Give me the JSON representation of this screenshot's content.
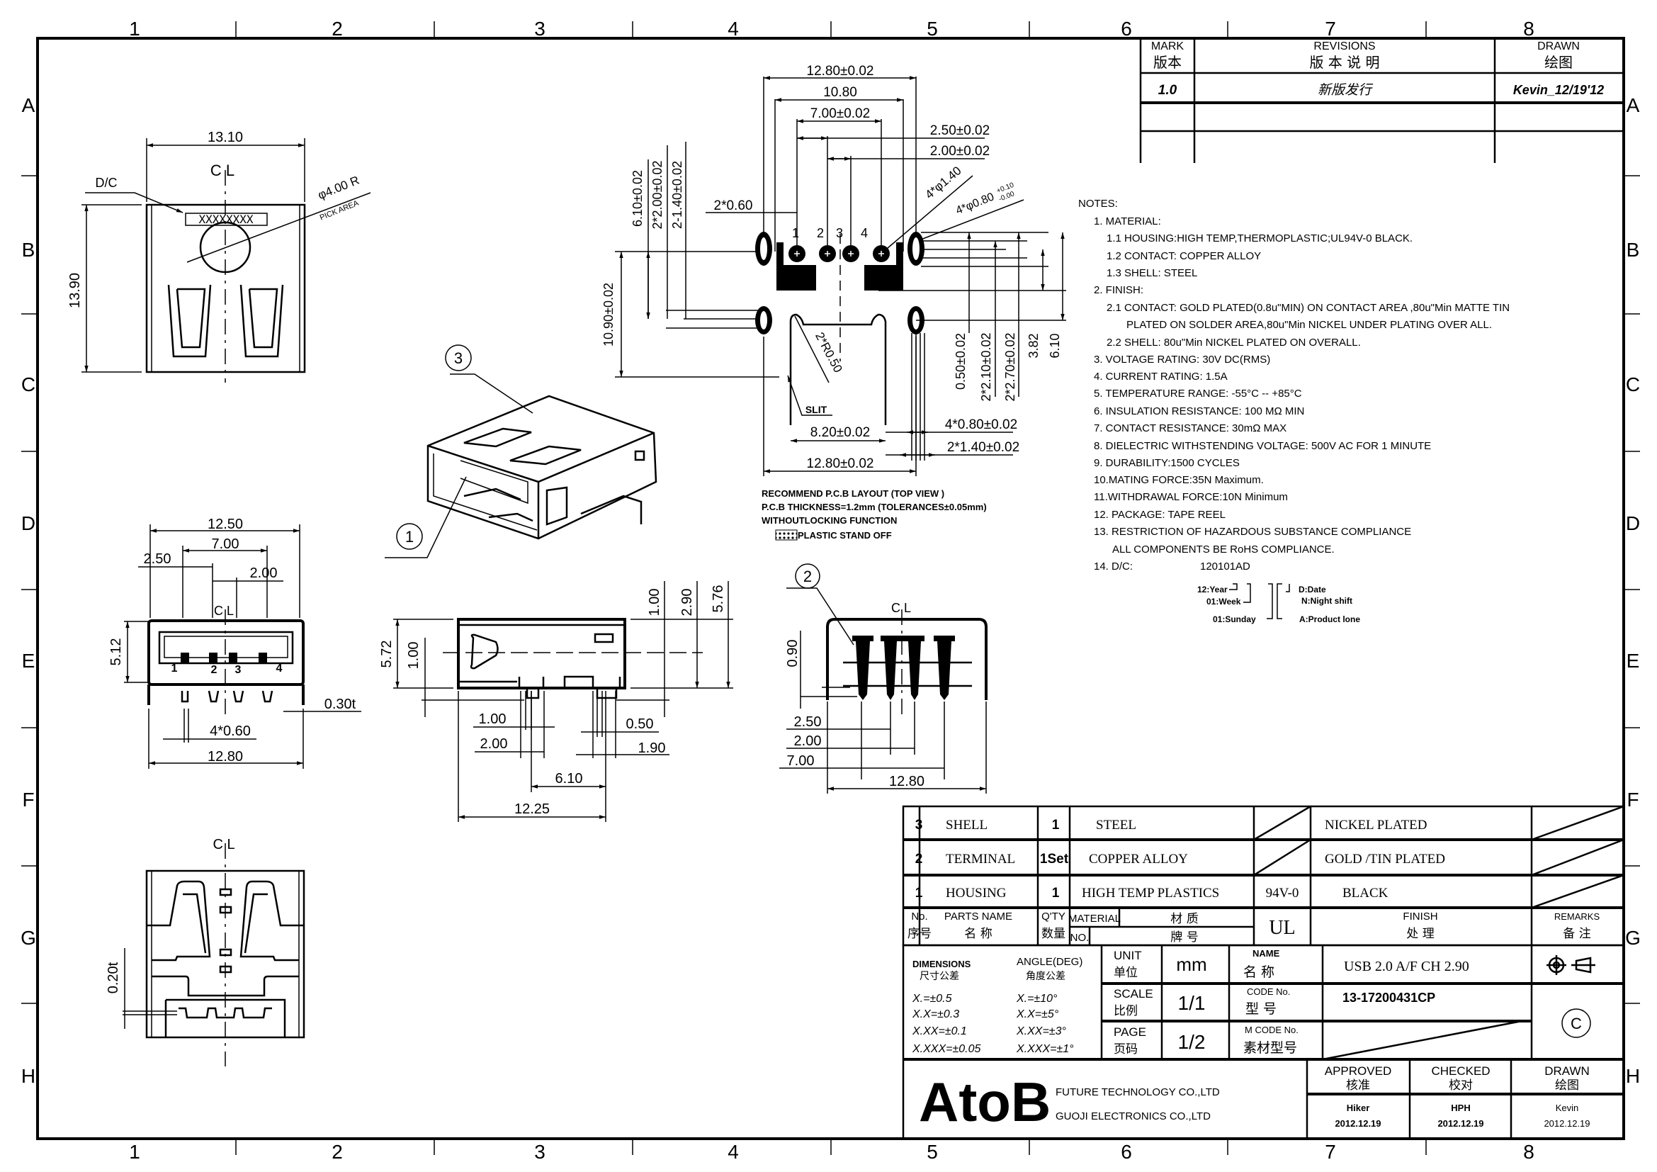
{
  "sheet": {
    "column_labels": [
      "1",
      "2",
      "3",
      "4",
      "5",
      "6",
      "7",
      "8"
    ],
    "row_labels": [
      "A",
      "B",
      "C",
      "D",
      "E",
      "F",
      "G",
      "H"
    ]
  },
  "revisions": {
    "headers": {
      "mark": "MARK",
      "mark_cn": "版本",
      "revisions": "REVISIONS",
      "revisions_cn": "版 本 说 明",
      "drawn": "DRAWN",
      "drawn_cn": "绘图"
    },
    "rows": [
      {
        "mark": "1.0",
        "description": "新版发行",
        "drawn": "Kevin_12/19'12"
      }
    ]
  },
  "top_view": {
    "width_dim": "13.10",
    "height_dim": "13.90",
    "dc_label": "D/C",
    "dc_marking": "XXXXXXXX",
    "pick_dim": "φ4.00 R",
    "pick_label": "PICK AREA",
    "centerline": "C L"
  },
  "pcb_layout": {
    "dims": {
      "overall_top": "12.80±0.02",
      "inner_top": "10.80",
      "pin_span": "7.00±0.02",
      "pitch_outer": "2.50±0.02",
      "pitch_inner": "2.00±0.02",
      "slot_w": "2*0.60",
      "hole_big": "4*φ1.40",
      "hole_small": "4*φ0.80",
      "hole_small_tol_plus": "+0.10",
      "hole_small_tol_minus": "-0.00",
      "v_6_10": "6.10±0.02",
      "v_2_00": "2*2.00±0.02",
      "v_1_40": "2-1.40±0.02",
      "v_10_90": "10.90±0.02",
      "r_corner": "2*R0.50",
      "slit": "SLIT",
      "slot_span": "8.20±0.02",
      "overall_bottom": "12.80±0.02",
      "r_0_50": "0.50±0.02",
      "r_2_10": "2*2.10±0.02",
      "r_2_70": "2*2.70±0.02",
      "r_3_82": "3.82",
      "r_6_10": "6.10",
      "pad_w": "4*0.80±0.02",
      "slot_w2": "2*1.40±0.02"
    },
    "pin_numbers": [
      "1",
      "2",
      "3",
      "4"
    ],
    "notes": [
      "RECOMMEND P.C.B LAYOUT (TOP VIEW )",
      "P.C.B THICKNESS=1.2mm (TOLERANCES±0.05mm)",
      "WITHOUTLOCKING FUNCTION",
      "PLASTIC STAND OFF"
    ]
  },
  "balloons": {
    "housing": "1",
    "terminal": "2",
    "shell": "3"
  },
  "front_view": {
    "dims": {
      "w_12_50": "12.50",
      "w_7_00": "7.00",
      "w_2_50": "2.50",
      "w_2_00": "2.00",
      "h_5_12": "5.12",
      "t_0_30": "0.30t",
      "pin_w": "4*0.60",
      "w_12_80": "12.80"
    },
    "pin_numbers": [
      "1",
      "2",
      "3",
      "4"
    ]
  },
  "side_view": {
    "dims": {
      "h_5_72": "5.72",
      "h_1_00_left": "1.00",
      "h_1_00_right": "1.00",
      "h_2_90": "2.90",
      "h_5_76": "5.76",
      "d_1_00": "1.00",
      "d_2_00": "2.00",
      "d_0_50": "0.50",
      "d_1_90": "1.90",
      "d_6_10": "6.10",
      "d_12_25": "12.25"
    }
  },
  "rear_view": {
    "dims": {
      "h_0_90": "0.90",
      "d_2_50": "2.50",
      "d_2_00": "2.00",
      "d_7_00": "7.00",
      "d_12_80": "12.80"
    }
  },
  "bottom_view": {
    "dims": {
      "t_0_20": "0.20t"
    }
  },
  "notes": {
    "title": "NOTES:",
    "lines": [
      "1.  MATERIAL:",
      "1.1  HOUSING:HIGH  TEMP,THERMOPLASTIC;UL94V-0  BLACK.",
      "1.2  CONTACT:  COPPER  ALLOY",
      "1.3  SHELL:  STEEL",
      "2.  FINISH:",
      "2.1  CONTACT:  GOLD  PLATED(0.8u\"MIN)  ON  CONTACT  AREA  ,80u\"Min  MATTE  TIN",
      "PLATED  ON  SOLDER  AREA,80u\"Min  NICKEL  UNDER  PLATING    OVER  ALL.",
      "2.2  SHELL:    80u\"Min  NICKEL  PLATED  ON  OVERALL.",
      "3.  VOLTAGE  RATING:  30V  DC(RMS)",
      "4.  CURRENT  RATING:  1.5A",
      "5.  TEMPERATURE  RANGE:  -55°C  --  +85°C",
      "6.  INSULATION  RESISTANCE:  100  MΩ  MIN",
      "7.  CONTACT  RESISTANCE:  30mΩ  MAX",
      "8.  DIELECTRIC  WITHSTENDING  VOLTAGE:  500V  AC  FOR  1  MINUTE",
      "9.  DURABILITY:1500  CYCLES",
      "10.MATING  FORCE:35N  Maximum.",
      "11.WITHDRAWAL  FORCE:10N  Minimum",
      "12.  PACKAGE:  TAPE  REEL",
      "13.  RESTRICTION  OF  HAZARDOUS  SUBSTANCE  COMPLIANCE",
      "ALL  COMPONENTS  BE  RoHS  COMPLIANCE.",
      "14.  D/C:"
    ],
    "dc_code": "120101AD",
    "dc_legend": {
      "year": "12:Year",
      "week": "01:Week",
      "day": "01:Sunday",
      "date": "D:Date",
      "shift": "N:Night  shift",
      "line": "A:Product  lone"
    }
  },
  "bom": {
    "rows": [
      {
        "no": "3",
        "name": "SHELL",
        "qty": "1",
        "material": "STEEL",
        "ul": "",
        "finish": "NICKEL PLATED"
      },
      {
        "no": "2",
        "name": "TERMINAL",
        "qty": "1Set",
        "material": "COPPER ALLOY",
        "ul": "",
        "finish": "GOLD /TIN PLATED"
      },
      {
        "no": "1",
        "name": "HOUSING",
        "qty": "1",
        "material": "HIGH TEMP PLASTICS",
        "ul": "94V-0",
        "finish": "BLACK"
      }
    ],
    "headers": {
      "no": "No.",
      "no_cn": "序号",
      "name": "PARTS NAME",
      "name_cn": "名 称",
      "qty": "Q'TY",
      "qty_cn": "数量",
      "material": "MATERIAL",
      "material_cn": "材 质",
      "material_no": "NO.",
      "material_no_cn": "牌 号",
      "ul": "UL",
      "finish": "FINISH",
      "finish_cn": "处 理",
      "remarks": "REMARKS",
      "remarks_cn": "备 注"
    }
  },
  "title_block": {
    "dimensions_label": "DIMENSIONS",
    "dimensions_cn": "尺寸公差",
    "angle_label": "ANGLE(DEG)",
    "angle_cn": "角度公差",
    "dim_tol": [
      "X.=±0.5",
      "X.X=±0.3",
      "X.XX=±0.1",
      "X.XXX=±0.05"
    ],
    "ang_tol": [
      "X.=±10°",
      "X.X=±5°",
      "X.XX=±3°",
      "X.XXX=±1°"
    ],
    "unit_label": "UNIT",
    "unit_cn": "单位",
    "unit": "mm",
    "scale_label": "SCALE",
    "scale_cn": "比例",
    "scale": "1/1",
    "page_label": "PAGE",
    "page_cn": "页码",
    "page": "1/2",
    "name_label": "NAME",
    "name_cn": "名 称",
    "name": "USB 2.0 A/F CH 2.90",
    "code_label": "CODE No.",
    "code_cn": "型 号",
    "code": "13-17200431CP",
    "mcode_label": "M CODE No.",
    "mcode_cn": "素材型号",
    "copyright_symbol": "C",
    "logo": "AtoB",
    "company_1": "FUTURE TECHNOLOGY CO.,LTD",
    "company_2": "GUOJI ELECTRONICS CO.,LTD",
    "approved_label": "APPROVED",
    "approved_cn": "核准",
    "approved_by": "Hiker",
    "approved_date": "2012.12.19",
    "checked_label": "CHECKED",
    "checked_cn": "校对",
    "checked_by": "HPH",
    "checked_date": "2012.12.19",
    "drawn_label": "DRAWN",
    "drawn_cn": "绘图",
    "drawn_by": "Kevin",
    "drawn_date": "2012.12.19"
  }
}
